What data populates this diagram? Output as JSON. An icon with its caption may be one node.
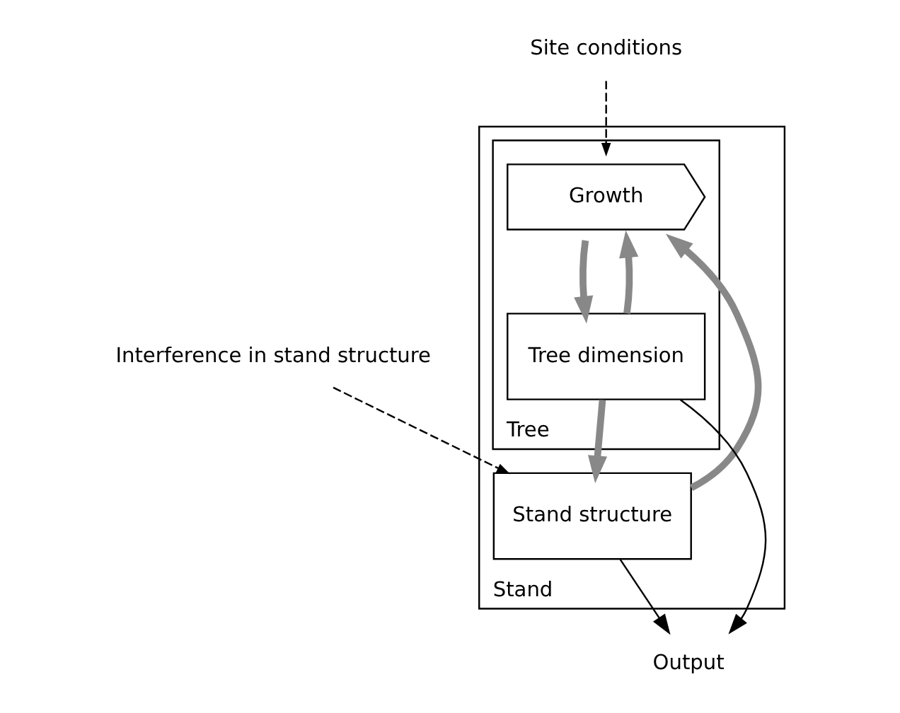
{
  "diagram": {
    "nodes": [
      {
        "text": [
          "Interference in stand structure"
        ]
      },
      {
        "text": [
          "Site conditions"
        ]
      },
      {
        "text": [
          "Stand"
        ]
      },
      {
        "text": [
          "Stand structure"
        ],
        "in": 2
      },
      {
        "text": [
          "Tree"
        ],
        "in": 2
      },
      {
        "text": [
          "Growth"
        ],
        "in": 4
      },
      {
        "text": [
          "Tree dimension"
        ],
        "in": 4
      },
      {
        "text": [
          "Output"
        ]
      }
    ],
    "edges": [
      {
        "from": 0,
        "to": 3,
        "arrow": "to",
        "style": "dashed"
      },
      {
        "from": 1,
        "to": 5,
        "arrow": "to",
        "style": "dashed"
      },
      {
        "from": 3,
        "to": 5,
        "arrow": "to",
        "style": "thick",
        "color": "#888888"
      },
      {
        "from": 6,
        "to": 5,
        "arrow": "to",
        "style": "thick",
        "color": "#888888"
      },
      {
        "from": 5,
        "to": 6,
        "arrow": "to",
        "style": "thick",
        "color": "#888888"
      },
      {
        "from": 6,
        "to": 3,
        "arrow": "to",
        "style": "thick",
        "color": "#888888"
      },
      {
        "from": 3,
        "to": 7,
        "arrow": "to"
      },
      {
        "from": 6,
        "to": 7,
        "arrow": "to"
      }
    ]
  }
}
